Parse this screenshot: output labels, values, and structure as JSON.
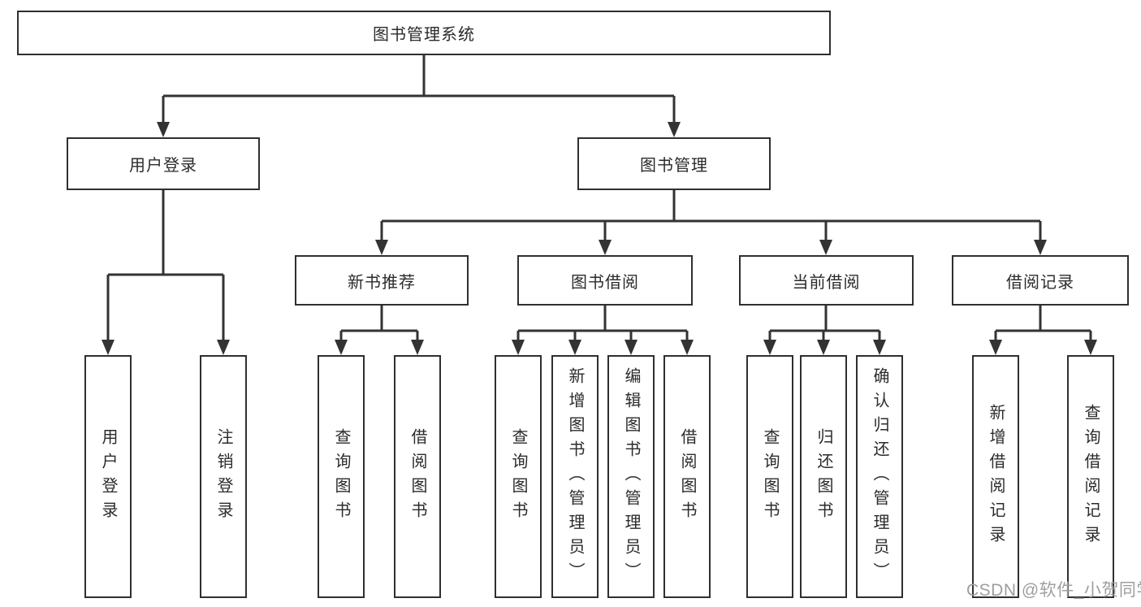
{
  "tree": {
    "root": "图书管理系统",
    "branches": [
      {
        "label": "用户登录",
        "leaves": [
          "用户登录",
          "注销登录"
        ]
      },
      {
        "label": "图书管理",
        "groups": [
          {
            "label": "新书推荐",
            "leaves": [
              "查询图书",
              "借阅图书"
            ]
          },
          {
            "label": "图书借阅",
            "leaves": [
              "查询图书",
              "新增图书（管理员）",
              "编辑图书（管理员）",
              "借阅图书"
            ]
          },
          {
            "label": "当前借阅",
            "leaves": [
              "查询图书",
              "归还图书",
              "确认归还（管理员）"
            ]
          },
          {
            "label": "借阅记录",
            "leaves": [
              "新增借阅记录",
              "查询借阅记录"
            ]
          }
        ]
      }
    ]
  },
  "watermark": {
    "text": "CSDN @软件_小贺同学"
  },
  "colors": {
    "line": "#333333",
    "border": "#2f2f2f",
    "text": "#2b2b2b",
    "watermark": "#9e9e9e",
    "background": "#ffffff"
  }
}
